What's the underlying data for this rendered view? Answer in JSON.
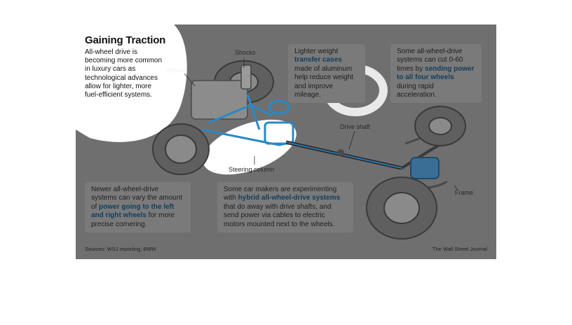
{
  "title": "Gaining Traction",
  "intro": "All-wheel drive is becoming more common in luxury cars as technological advances allow for lighter, more fuel-efficient systems.",
  "labels": {
    "shocks": "Shocks",
    "engine": "Engine",
    "drive_shaft": "Drive shaft",
    "steering_column": "Steering column",
    "frame": "Frame"
  },
  "callouts": {
    "transfer": {
      "pre": "Lighter weight ",
      "hl": "transfer cases",
      "post": " made of aluminum help reduce weight and improve mileage."
    },
    "acceleration": {
      "pre": "Some all-wheel-drive systems can cut 0-60 times by ",
      "hl": "sending power to all four wheels",
      "post": " during rapid acceleration."
    },
    "cornering": {
      "pre": "Newer all-wheel-drive systems can vary the amount of ",
      "hl": "power going to the left and right wheels",
      "post": " for more precise cornering."
    },
    "hybrid": {
      "pre": "Some car makers are experimenting with ",
      "hl": "hybrid all-wheel-drive systems",
      "post": " that do away with drive shafts, and send power via cables to electric motors mounted next to the wheels."
    }
  },
  "sources": "Sources: WSJ reporting; BMW",
  "credit": "The Wall Street Journal",
  "colors": {
    "panel": "#6f6f6f",
    "highlight_text": "#123d5c",
    "drivetrain": "#2a89c4"
  }
}
